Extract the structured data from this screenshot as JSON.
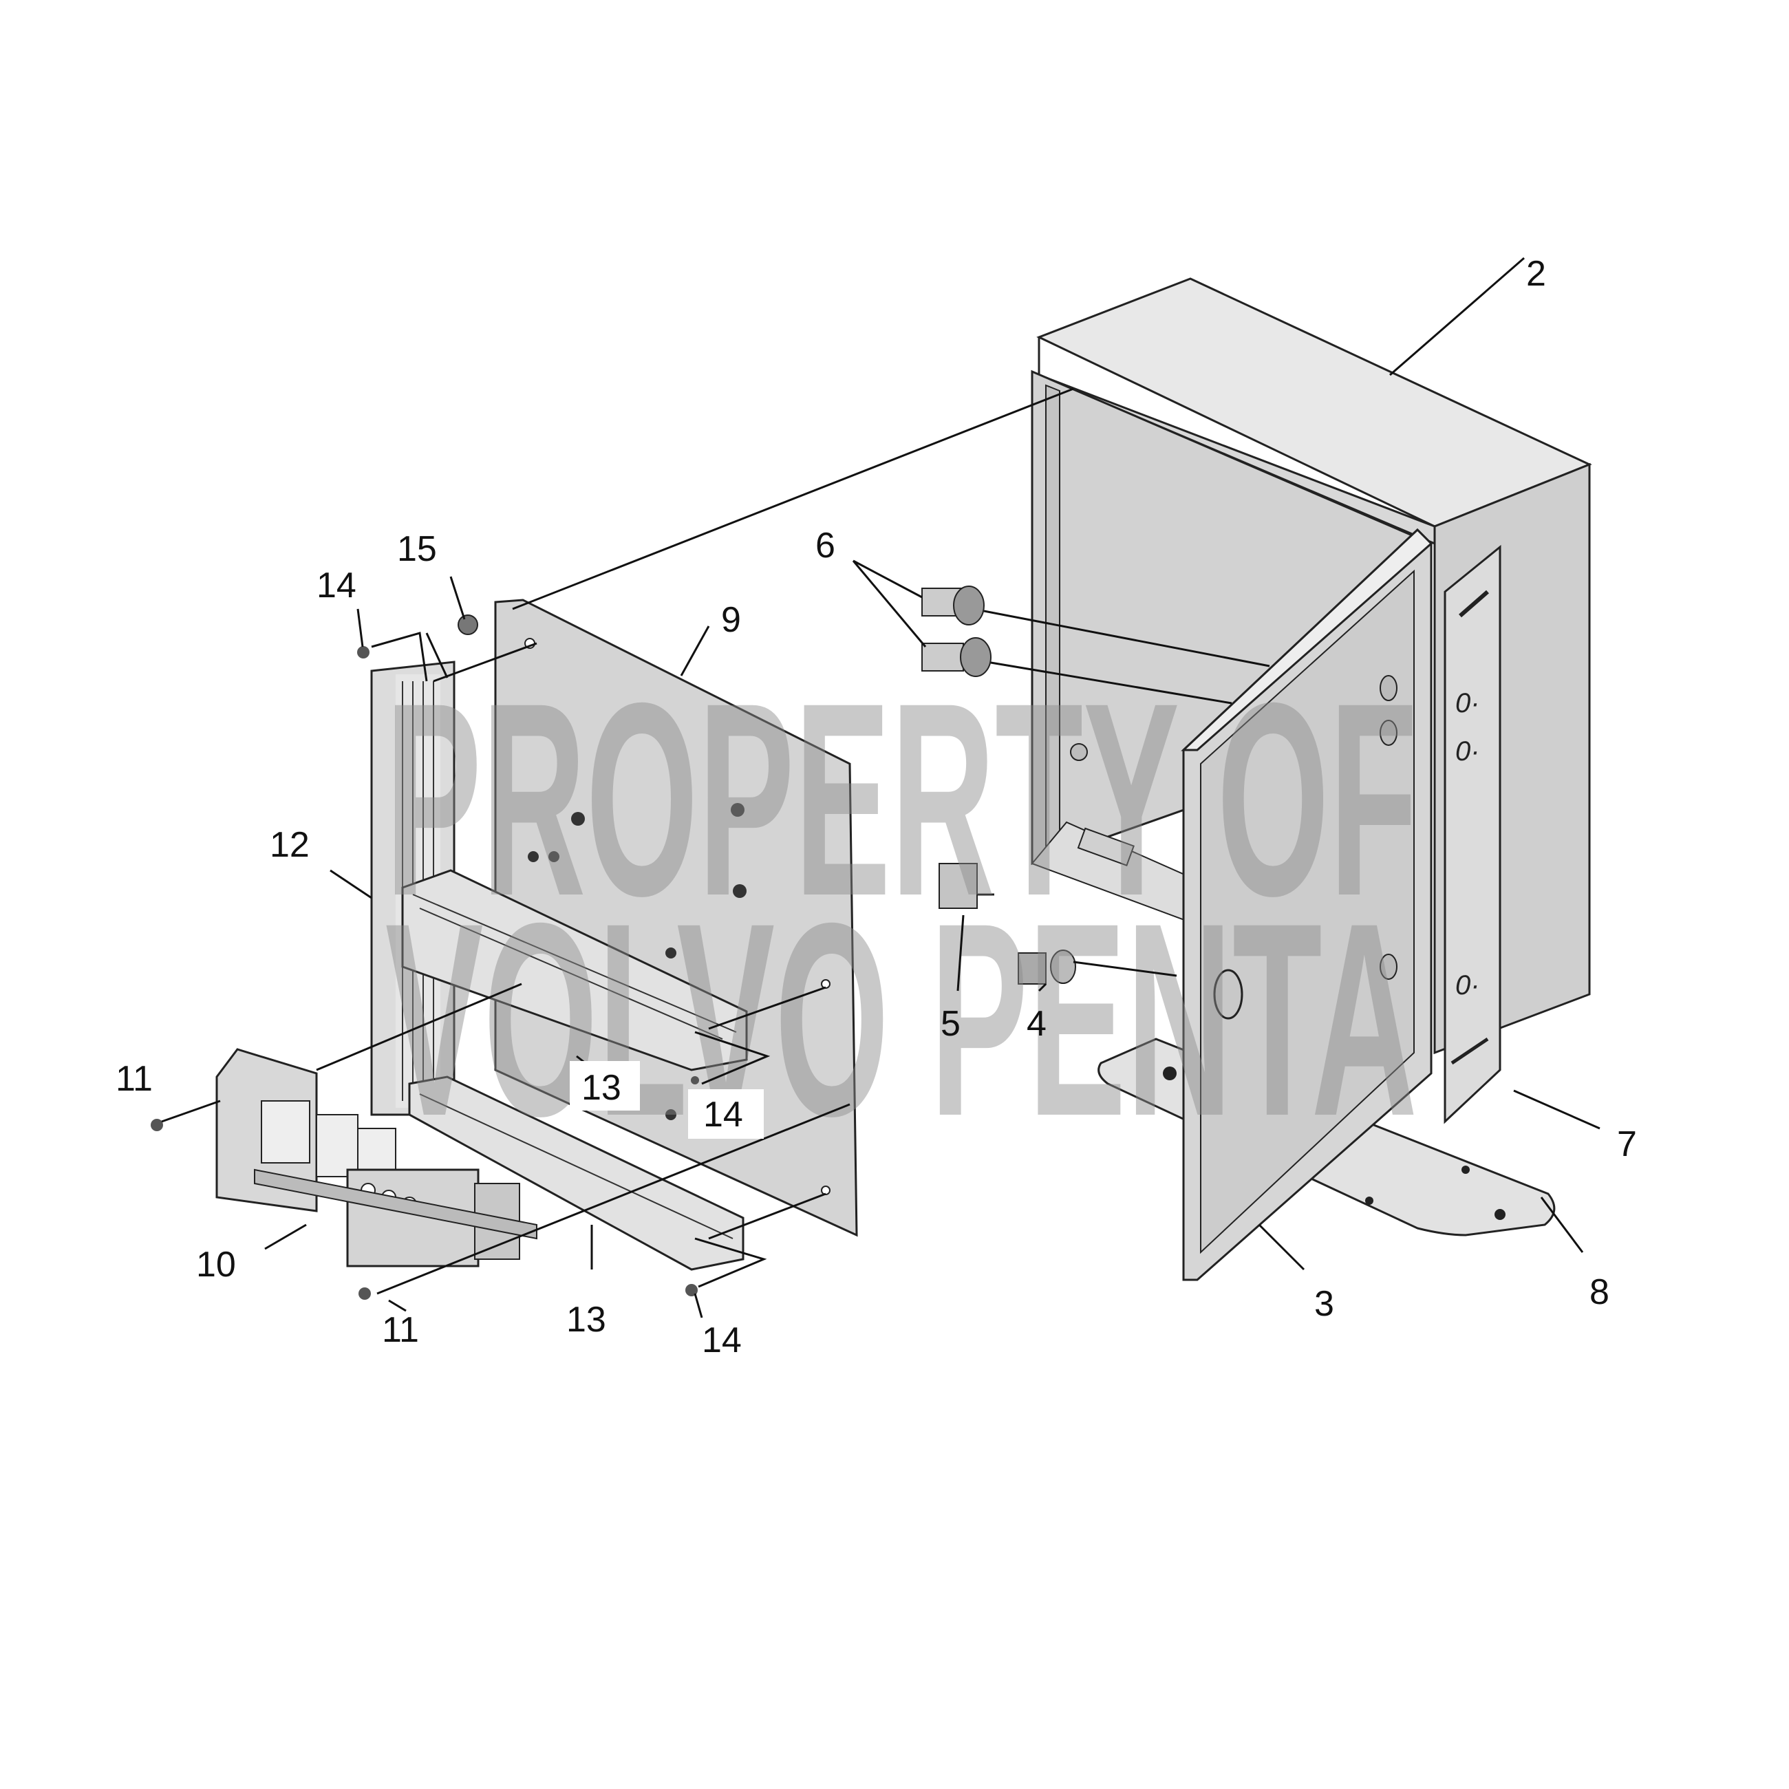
{
  "diagram": {
    "watermark": {
      "line1": "PROPERTY OF",
      "line2": "VOLVO PENTA"
    },
    "callouts": [
      {
        "id": "c2",
        "label": "2"
      },
      {
        "id": "c3",
        "label": "3"
      },
      {
        "id": "c4",
        "label": "4"
      },
      {
        "id": "c5",
        "label": "5"
      },
      {
        "id": "c6",
        "label": "6"
      },
      {
        "id": "c7",
        "label": "7"
      },
      {
        "id": "c8",
        "label": "8"
      },
      {
        "id": "c9",
        "label": "9"
      },
      {
        "id": "c10",
        "label": "10"
      },
      {
        "id": "c11a",
        "label": "11"
      },
      {
        "id": "c11b",
        "label": "11"
      },
      {
        "id": "c12",
        "label": "12"
      },
      {
        "id": "c13a",
        "label": "13"
      },
      {
        "id": "c13b",
        "label": "13"
      },
      {
        "id": "c14a",
        "label": "14"
      },
      {
        "id": "c14b",
        "label": "14"
      },
      {
        "id": "c14c",
        "label": "14"
      },
      {
        "id": "c15",
        "label": "15"
      }
    ],
    "colors": {
      "line": "#111111",
      "panel": "#d4d4d4",
      "body": "#e6e6e6",
      "shade": "#b9b9b9",
      "watermark": "#8a8a8a"
    }
  }
}
